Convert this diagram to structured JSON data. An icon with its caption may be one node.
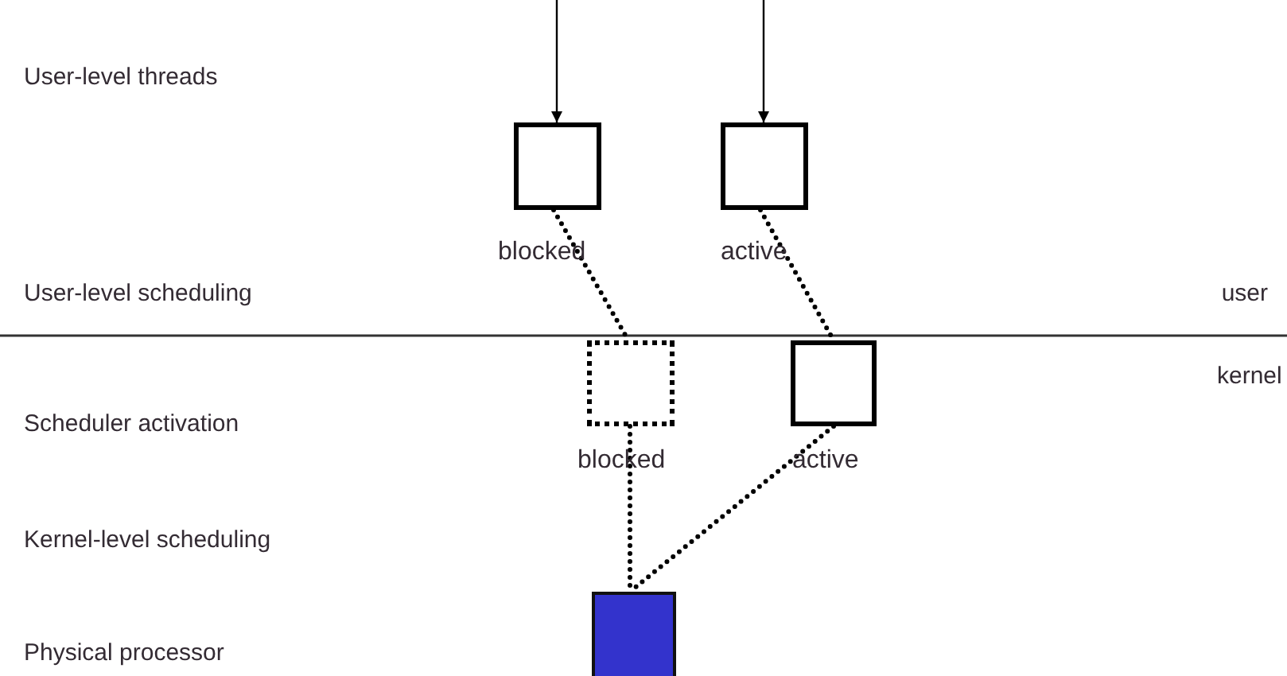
{
  "diagram": {
    "nodes": [
      {
        "text": [],
        "shape": "box",
        "beside": [
          "blocked"
        ]
      },
      {
        "text": [],
        "shape": "box",
        "beside": [
          "active"
        ]
      },
      {
        "text": [],
        "shape": "box",
        "beside": [
          "blocked"
        ]
      },
      {
        "text": [],
        "shape": "box",
        "beside": [
          "active"
        ]
      },
      {
        "text": [],
        "shape": "box"
      }
    ],
    "edges": [
      {
        "from": null,
        "to": 0,
        "arrow": "to"
      },
      {
        "from": null,
        "to": 1,
        "arrow": "to"
      },
      {
        "from": 0,
        "to": 2,
        "arrow": "none",
        "style": "dashed"
      },
      {
        "from": 1,
        "to": 3,
        "arrow": "none",
        "style": "dashed"
      },
      {
        "from": 2,
        "to": 4,
        "arrow": "none",
        "style": "dashed"
      },
      {
        "from": 3,
        "to": 4,
        "arrow": "none",
        "style": "dashed"
      }
    ],
    "labels": [
      "User-level threads",
      "User-level scheduling",
      "user",
      "kernel",
      "Scheduler activation",
      "Kernel-level scheduling",
      "Physical processor"
    ]
  }
}
